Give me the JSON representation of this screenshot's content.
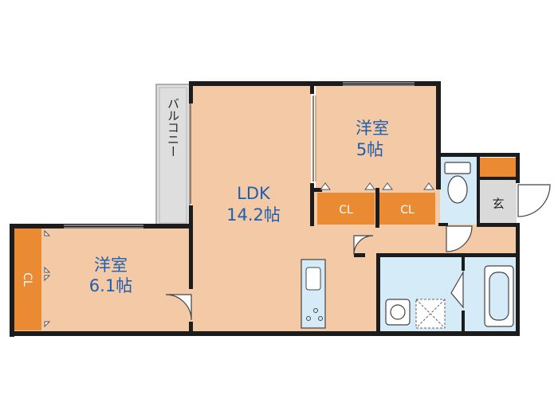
{
  "rooms": {
    "ldk": {
      "name": "LDK",
      "size": "14.2帖"
    },
    "western_large": {
      "name": "洋室",
      "size": "6.1帖"
    },
    "western_small": {
      "name": "洋室",
      "size": "5帖"
    },
    "balcony": {
      "name": "バルコニー"
    },
    "entrance": {
      "name": "玄"
    },
    "closet_left": {
      "label": "CL"
    },
    "closet_mid1": {
      "label": "CL"
    },
    "closet_mid2": {
      "label": "CL"
    }
  },
  "colors": {
    "floor": "#f3c9a6",
    "wet_area": "#d6ebf8",
    "closet": "#ea8a33",
    "balcony": "#dedede",
    "entrance": "#dadada",
    "wall": "#1c1c1c",
    "label": "#1f5fb0"
  }
}
